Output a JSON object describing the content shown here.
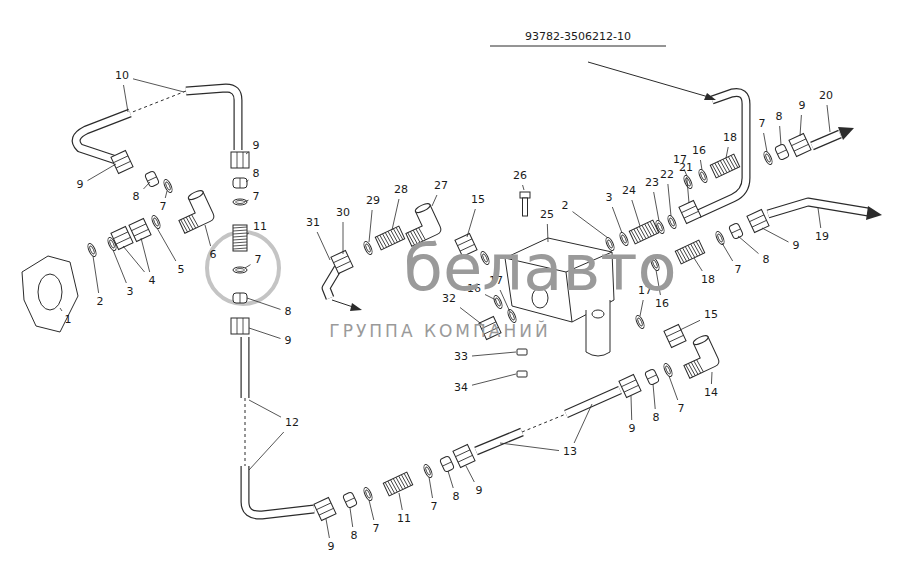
{
  "diagram": {
    "title": "93782-3506212-10",
    "labels": [
      "10",
      "9",
      "8",
      "7",
      "9",
      "8",
      "7",
      "11",
      "7",
      "8",
      "9",
      "6",
      "5",
      "4",
      "3",
      "2",
      "1",
      "12",
      "31",
      "30",
      "29",
      "28",
      "27",
      "15",
      "26",
      "25",
      "2",
      "3",
      "24",
      "23",
      "22",
      "21",
      "17",
      "16",
      "18",
      "7",
      "8",
      "9",
      "20",
      "19",
      "9",
      "8",
      "7",
      "18",
      "16",
      "17",
      "32",
      "33",
      "34",
      "17",
      "16",
      "15",
      "14",
      "7",
      "8",
      "9",
      "13",
      "9",
      "8",
      "7",
      "11",
      "7",
      "8",
      "9",
      "белавто",
      "ГРУППА КОМПАНИЙ"
    ]
  }
}
